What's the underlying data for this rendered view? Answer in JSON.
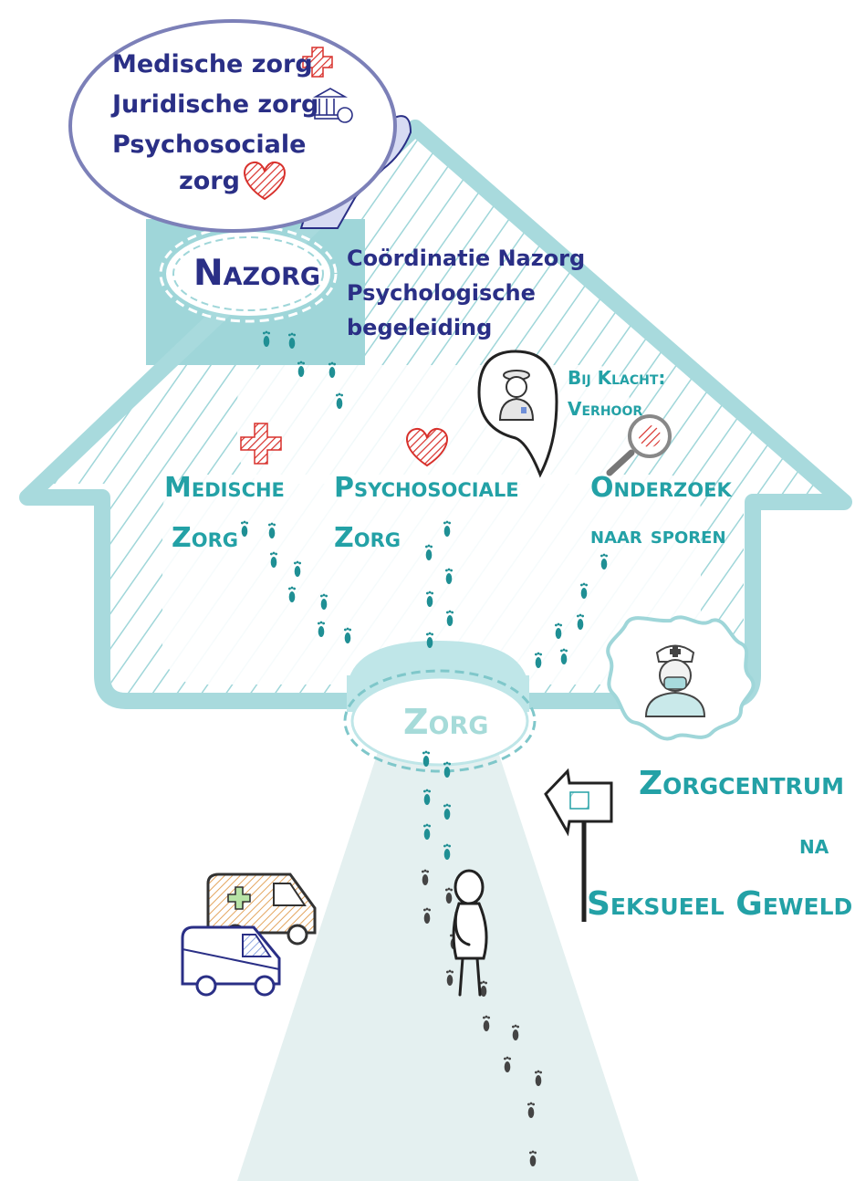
{
  "colors": {
    "navy": "#2a2f86",
    "teal": "#23a1a6",
    "house_fill": "#bfe6e8",
    "red": "#d8312c"
  },
  "bubble": {
    "items": [
      "Medische zorg",
      "Juridische zorg",
      "Psychosociale",
      "zorg"
    ]
  },
  "nazorg": {
    "title": "Nazorg",
    "lines": [
      "Coördinatie Nazorg",
      "Psychologische",
      "begeleiding"
    ]
  },
  "police_bubble": {
    "lines": [
      "Bij Klacht:",
      "Verhoor"
    ]
  },
  "services": {
    "medical": [
      "Medische",
      "Zorg"
    ],
    "psychosocial": [
      "Psychosociale",
      "Zorg"
    ],
    "forensic": [
      "Onderzoek",
      "naar sporen"
    ]
  },
  "door": {
    "label": "Zorg"
  },
  "center_name": [
    "Zorgcentrum",
    "na",
    "Seksueel Geweld"
  ],
  "icons": {
    "cross": "red-cross-icon",
    "heart": "heart-icon",
    "courthouse": "courthouse-scales-icon",
    "police": "police-officer-icon",
    "magnifier": "magnifying-glass-icon",
    "nurse": "nurse-icon",
    "ambulance": "ambulance-icon",
    "police_van": "police-van-icon",
    "signpost": "signpost-icon",
    "person": "person-icon",
    "footprints": "footprints-icon"
  }
}
